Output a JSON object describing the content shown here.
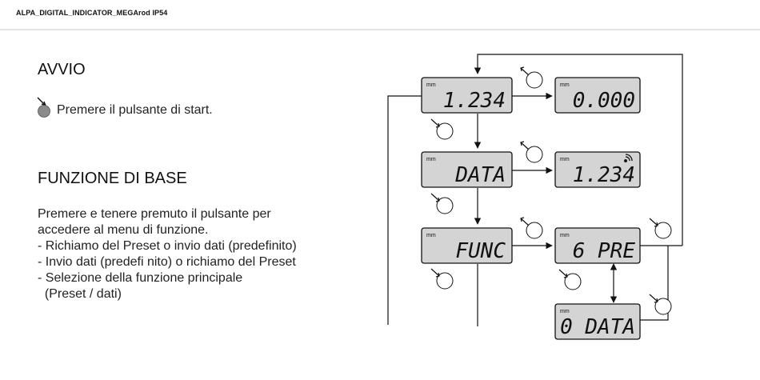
{
  "header": {
    "title": "ALPA_DIGITAL_INDICATOR_MEGArod IP54"
  },
  "avvio": {
    "title": "AVVIO",
    "instruction": "Premere il pulsante di start."
  },
  "funzione": {
    "title": "FUNZIONE DI BASE",
    "lines": [
      "Premere e tenere premuto il pulsante per",
      "accedere al menu di funzione.",
      "- Richiamo del Preset o invio dati (predefinito)",
      "- Invio dati (predefi nito) o richiamo del Preset",
      "- Selezione della funzione principale",
      "  (Preset / dati)"
    ]
  },
  "diagram": {
    "unit": "mm",
    "displays": {
      "d1": "1.234",
      "d2": "0.000",
      "d3": "DATA",
      "d4": "1.234",
      "d5": "FUNC",
      "d6": "6 PRE",
      "d7": "0 DATA"
    }
  },
  "colors": {
    "lcd": "#d4d4d4",
    "line": "#111111"
  }
}
